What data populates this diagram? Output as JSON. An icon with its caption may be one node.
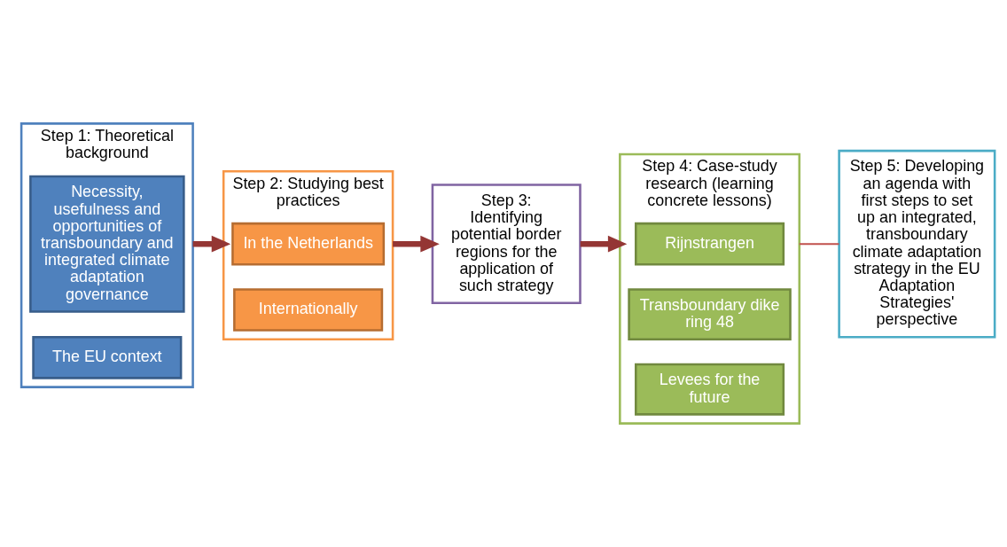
{
  "diagram": {
    "nodes": [
      {
        "text": [
          "Step 1: Theoretical background"
        ]
      },
      {
        "text": [
          "Necessity, usefulness and opportunities of transboundary and integrated climate adaptation governance"
        ],
        "in": 0
      },
      {
        "text": [
          "The EU context"
        ],
        "in": 0
      },
      {
        "text": [
          "Step 2: Studying best practices"
        ]
      },
      {
        "text": [
          "In the Netherlands"
        ],
        "in": 3
      },
      {
        "text": [
          "Internationally"
        ],
        "in": 3
      },
      {
        "text": [
          "Step 3: Identifying potential border regions for the application of such strategy"
        ]
      },
      {
        "text": [
          "Step 4: Case-study research (learning concrete lessons)"
        ]
      },
      {
        "text": [
          "Rijnstrangen"
        ],
        "in": 7
      },
      {
        "text": [
          "Transboundary dike ring 48"
        ],
        "in": 7
      },
      {
        "text": [
          "Levees for the future"
        ],
        "in": 7
      },
      {
        "text": [
          "Step 5: Developing an agenda with first steps to set up an integrated, transboundary climate adaptation strategy in the EU Adaptation Strategies' perspective"
        ]
      }
    ],
    "edges": [
      {
        "from": 0,
        "to": 3,
        "arrow": "to"
      },
      {
        "from": 3,
        "to": 6,
        "arrow": "to"
      },
      {
        "from": 6,
        "to": 7,
        "arrow": "to"
      },
      {
        "from": 7,
        "to": 11,
        "arrow": "none",
        "color": "#c0504d"
      }
    ]
  }
}
